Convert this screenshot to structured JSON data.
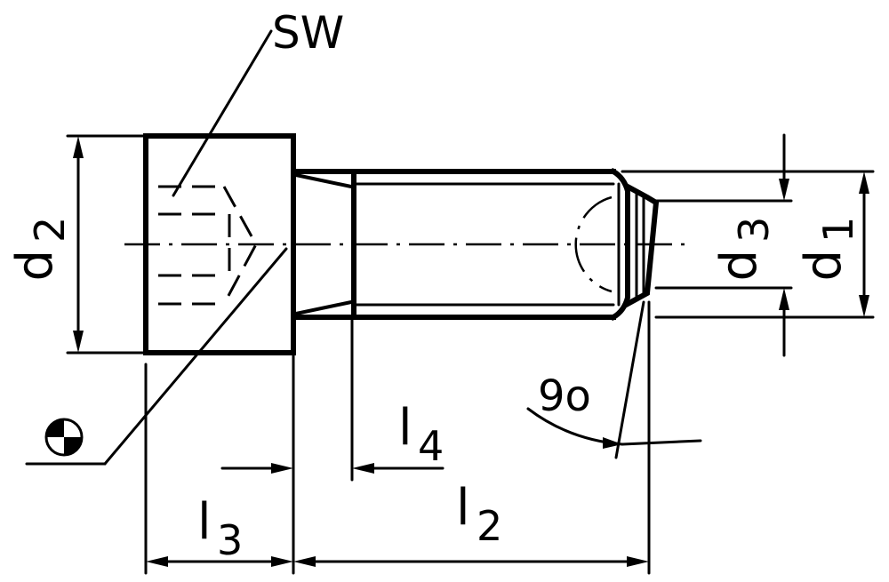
{
  "labels": {
    "sw": "SW",
    "d1_main": "d",
    "d1_sub": "1",
    "d2_main": "d",
    "d2_sub": "2",
    "d3_main": "d",
    "d3_sub": "3",
    "l2_main": "l",
    "l2_sub": "2",
    "l3_main": "l",
    "l3_sub": "3",
    "l4_main": "l",
    "l4_sub": "4",
    "angle": "9o"
  },
  "symbols": {
    "center_of_gravity": "center-of-gravity-icon"
  }
}
